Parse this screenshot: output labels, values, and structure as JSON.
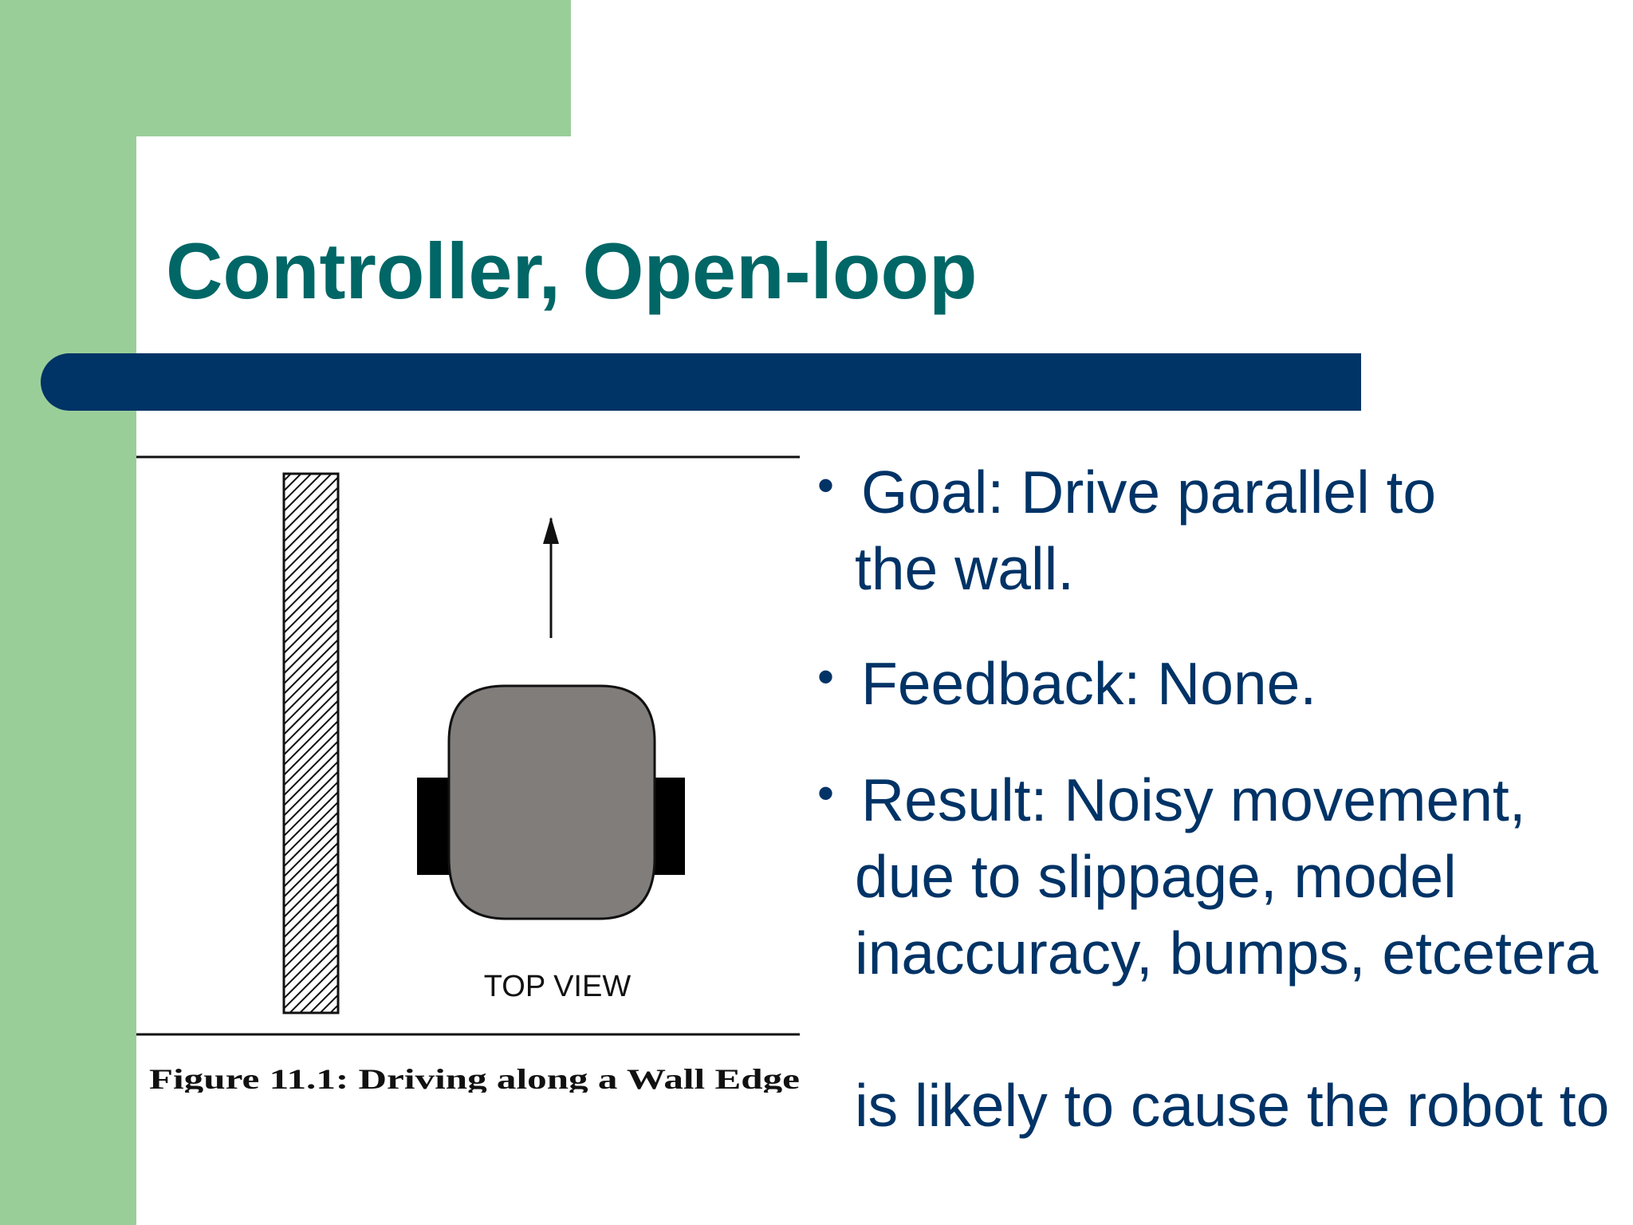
{
  "slide": {
    "title": "Controller, Open-loop",
    "bullets": [
      {
        "text": "Goal: Drive parallel to",
        "continuation": [
          "the wall."
        ]
      },
      {
        "text": "Feedback: None.",
        "continuation": []
      },
      {
        "text": "Result: Noisy movement,",
        "continuation": [
          "due to slippage, model",
          "inaccuracy, bumps, etcetera"
        ]
      }
    ],
    "trailing_text": "is likely to cause the robot to",
    "bullet_symbol": "•"
  },
  "figure": {
    "label": "TOP VIEW",
    "caption": "Figure 11.1:  Driving along a Wall Edge"
  },
  "colors": {
    "green": "#9ace99",
    "title": "#006666",
    "bar": "#003366",
    "text": "#003366",
    "robot_body": "#817d7b"
  }
}
